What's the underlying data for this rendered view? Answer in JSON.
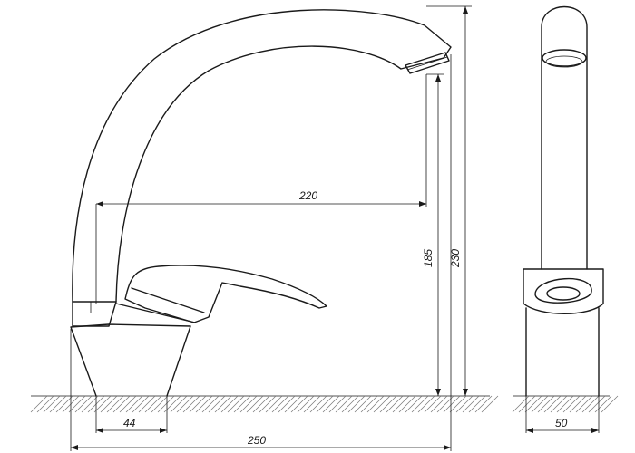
{
  "figure": {
    "subject": "single-lever kitchen mixer tap, side and front elevation",
    "views": [
      "side-view",
      "front-view"
    ]
  },
  "dimensions": {
    "spout_reach": "220",
    "spout_outlet_height": "185",
    "overall_height": "230",
    "base_diameter_side": "44",
    "overall_length": "250",
    "base_width_front": "50"
  },
  "colors": {
    "line": "#1a1a1a",
    "hatch": "#777777",
    "background": "#ffffff"
  }
}
